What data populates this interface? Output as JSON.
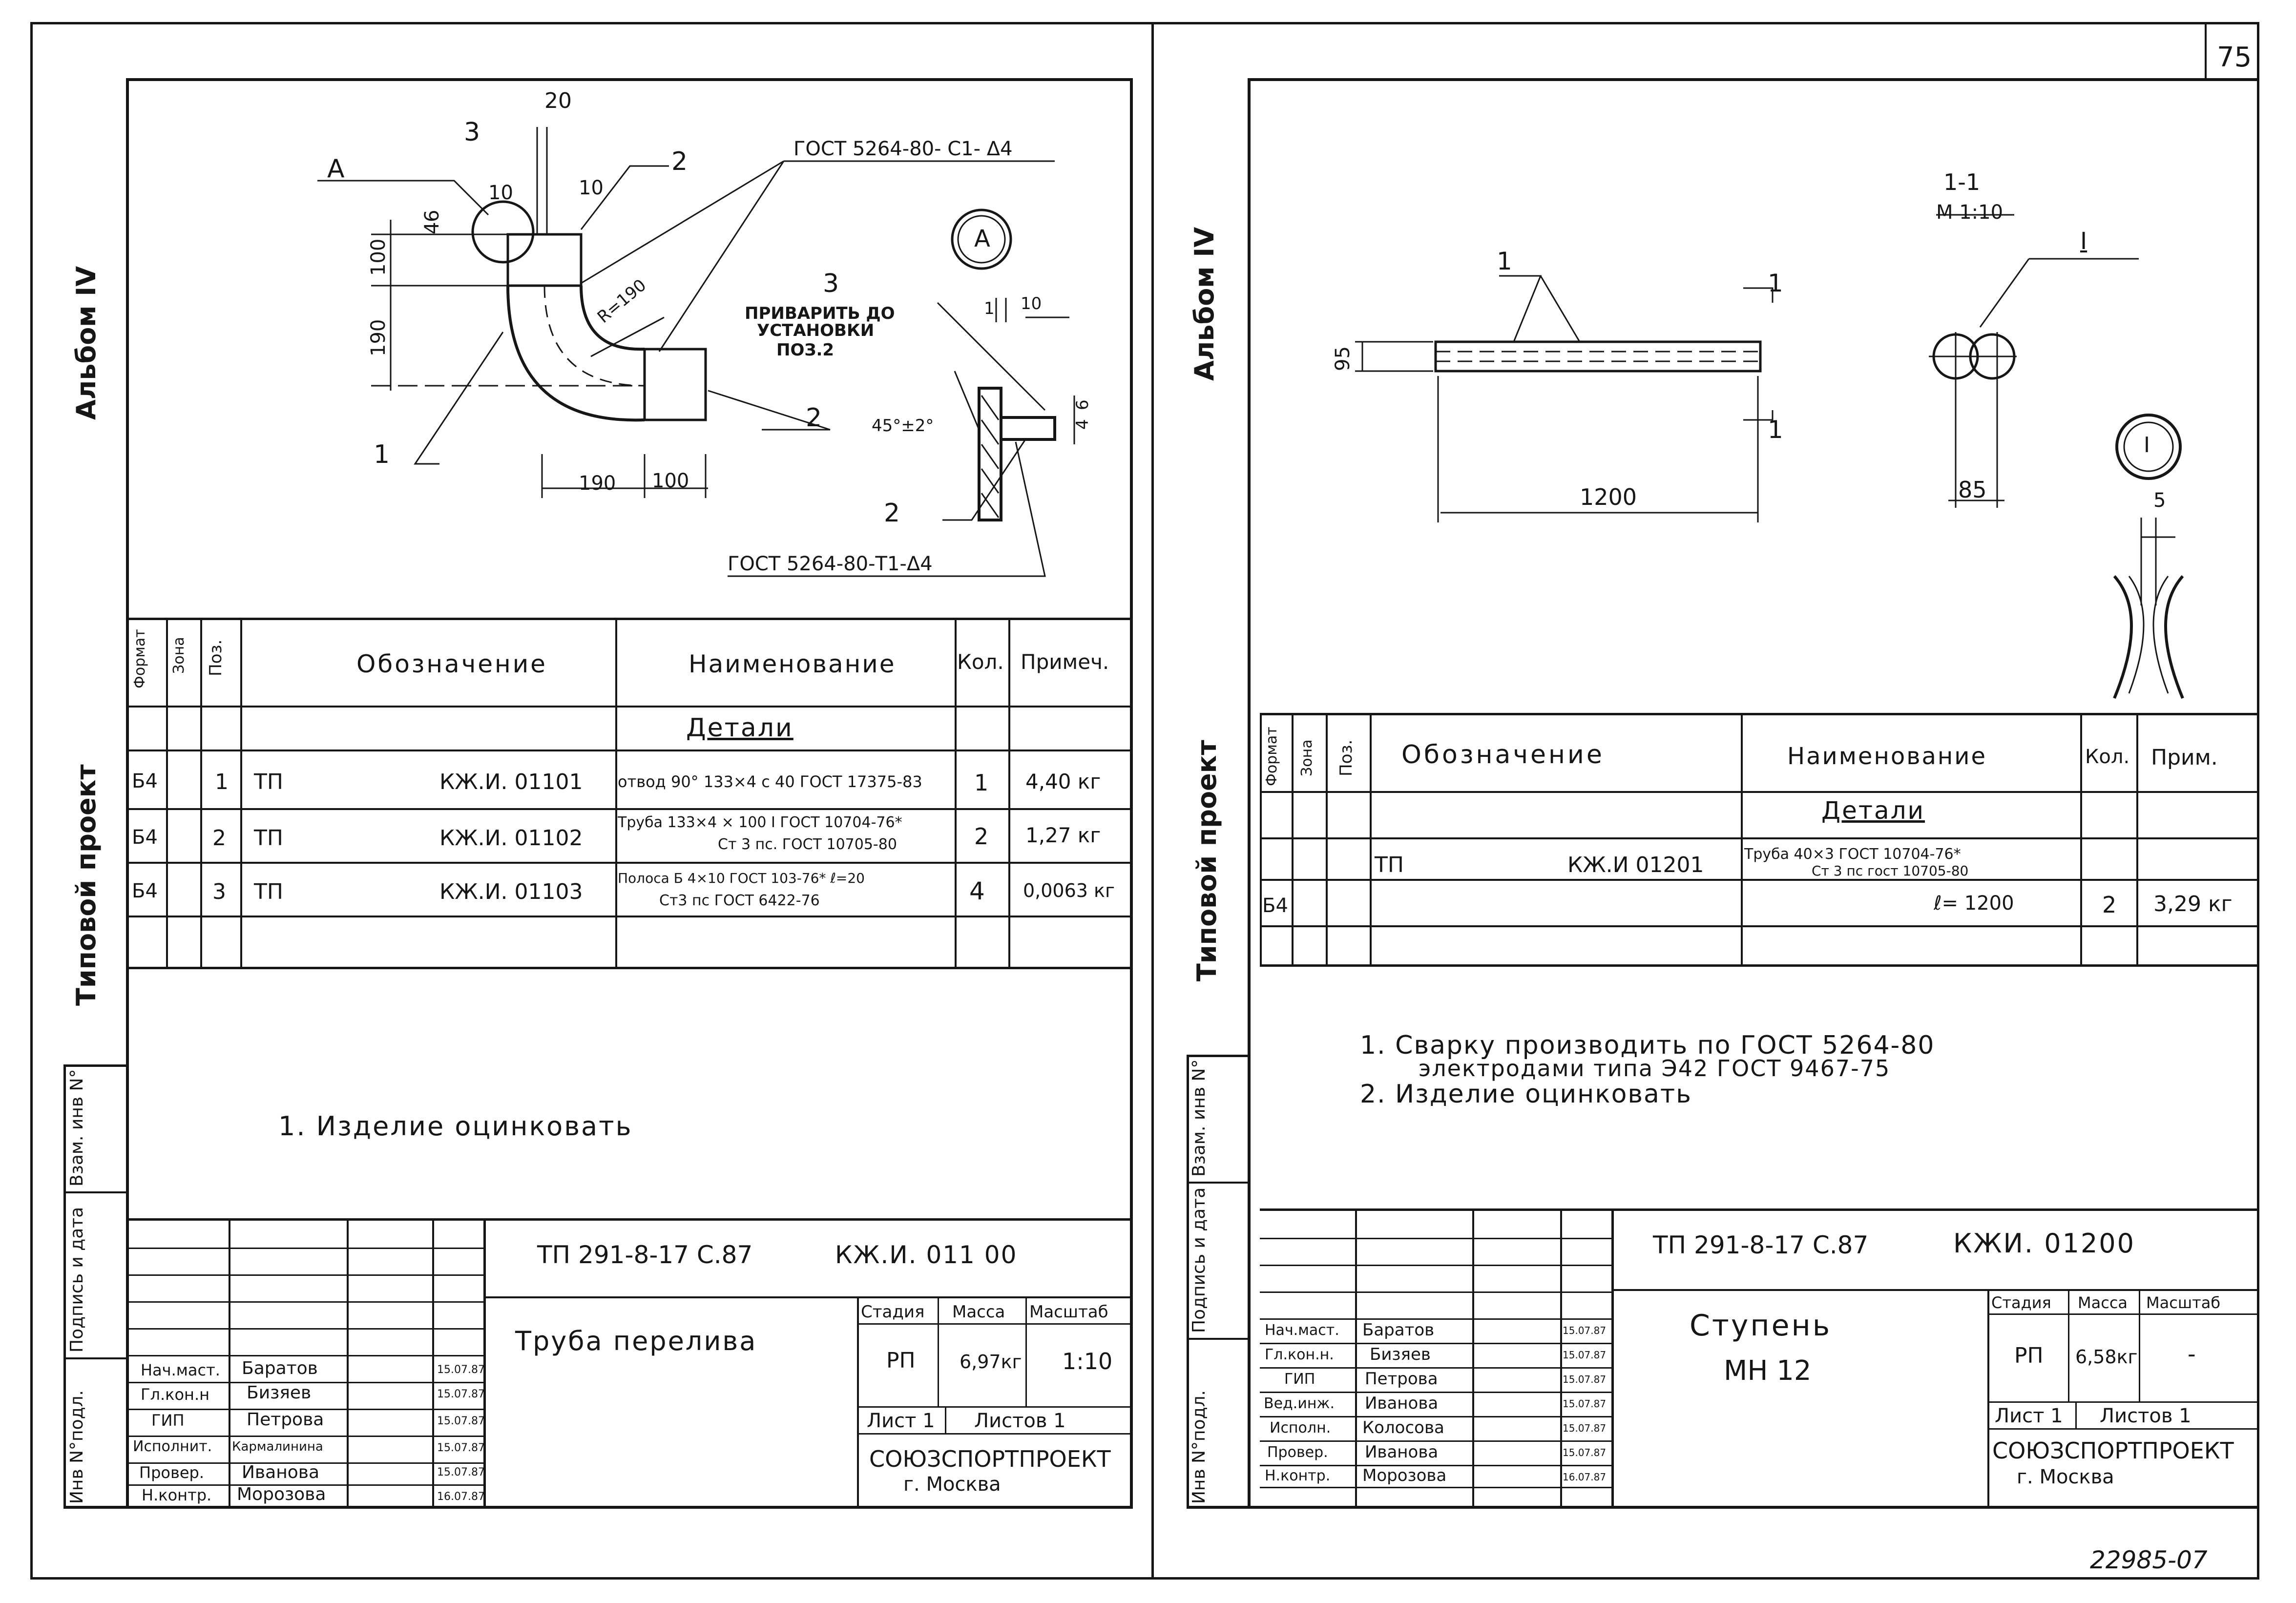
{
  "page_number": "75",
  "archive_number": "22985-07",
  "left_margin_labels": {
    "album": "Альбом IV",
    "project_type": "Типовой проект",
    "stamp_inv_orig": "Инв N°подл.",
    "stamp_sign_date": "Подпись и дата",
    "stamp_vzam": "Взам. инв N°"
  },
  "right_margin_labels": {
    "album": "Альбом IV",
    "project_type": "Типовой проект",
    "stamp_inv_orig": "Инв N°подл.",
    "stamp_sign_date": "Подпись и дата",
    "stamp_vzam": "Взам. инв N°"
  },
  "left_sheet": {
    "drawing": {
      "callouts": [
        "A",
        "3",
        "2",
        "1",
        "2",
        "2",
        "3"
      ],
      "dim_20": "20",
      "dim_10a": "10",
      "dim_10b": "10",
      "dim_4": "4",
      "dim_6": "6",
      "dim_100_v": "100",
      "dim_190_v": "190",
      "dim_190_h": "190",
      "dim_100_h": "100",
      "radius": "R=190",
      "weld_top": "ГОСТ 5264-80- С1- Δ4",
      "weld_bottom": "ГОСТ 5264-80-Т1-Δ4",
      "note_weld": [
        "ПРИВАРИТЬ ДО",
        "УСТАНОВКИ",
        "ПОЗ.2"
      ],
      "view_label": "A",
      "detail_dim_1": "1",
      "detail_dim_10": "10",
      "detail_dim_4": "4",
      "detail_dim_6": "6",
      "angle": "45°±2°"
    },
    "spec_headers": {
      "format": "Формат",
      "zone": "Зона",
      "pos": "Поз.",
      "designation": "Обозначение",
      "name": "Наименование",
      "qty": "Кол.",
      "note": "Примеч."
    },
    "spec_section": "Детали",
    "spec_rows": [
      {
        "format": "Б4",
        "pos": "1",
        "prefix": "ТП",
        "code": "КЖ.И. 01101",
        "name_top": "отвод 90° 133×4 с 40 ГОСТ 17375-83",
        "name_bottom": "",
        "qty": "1",
        "note": "4,40 кг"
      },
      {
        "format": "Б4",
        "pos": "2",
        "prefix": "ТП",
        "code": "КЖ.И. 01102",
        "name_top": "Труба 133×4 × 100 I ГОСТ 10704-76*",
        "name_bottom": "Ст 3 пс. ГОСТ 10705-80",
        "qty": "2",
        "note": "1,27 кг"
      },
      {
        "format": "Б4",
        "pos": "3",
        "prefix": "ТП",
        "code": "КЖ.И. 01103",
        "name_top": "Полоса Б 4×10 ГОСТ 103-76*  ℓ=20",
        "name_bottom": "Ст3 пс ГОСТ 6422-76",
        "qty": "4",
        "note": "0,0063 кг"
      }
    ],
    "notes": [
      "1. Изделие оцинковать"
    ],
    "title_block": {
      "doc_code_left": "ТП 291-8-17 С.87",
      "doc_code_right": "КЖ.И. 011 00",
      "title": "Труба перелива",
      "stage_h": "Стадия",
      "mass_h": "Масса",
      "scale_h": "Масштаб",
      "stage": "РП",
      "mass": "6,97кг",
      "scale": "1:10",
      "sheet": "Лист 1",
      "sheets": "Листов 1",
      "org": "СОЮЗСПОРТПРОЕКТ",
      "city": "г. Москва",
      "roles": [
        {
          "role": "Нач.маст.",
          "name": "Баратов",
          "date": "15.07.87"
        },
        {
          "role": "Гл.кон.н",
          "name": "Бизяев",
          "date": "15.07.87"
        },
        {
          "role": "ГИП",
          "name": "Петрова",
          "date": "15.07.87"
        },
        {
          "role": "Исполнит.",
          "name": "Кармалинина",
          "date": "15.07.87"
        },
        {
          "role": "Провер.",
          "name": "Иванова",
          "date": "15.07.87"
        },
        {
          "role": "Н.контр.",
          "name": "Морозова",
          "date": "16.07.87"
        }
      ]
    }
  },
  "right_sheet": {
    "drawing": {
      "callout_1": "1",
      "section_cut_top": "1",
      "section_cut_bottom": "1",
      "dim_95": "95",
      "dim_1200": "1200",
      "section_title": "1-1",
      "section_scale": "М 1:10",
      "callout_roman": "I",
      "dim_85": "85",
      "view_roman": "I",
      "dim_5": "5"
    },
    "spec_headers": {
      "format": "Формат",
      "zone": "Зона",
      "pos": "Поз.",
      "designation": "Обозначение",
      "name": "Наименование",
      "qty": "Кол.",
      "note": "Прим."
    },
    "spec_section": "Детали",
    "spec_rows": [
      {
        "format": "Б4",
        "prefix": "ТП",
        "code": "КЖ.И 01201",
        "name_top": "Труба 40×3 ГОСТ 10704-76*",
        "name_bottom": "Ст 3 пс гост 10705-80",
        "name_len": "ℓ= 1200",
        "qty": "2",
        "note": "3,29 кг"
      }
    ],
    "notes": [
      "1. Сварку производить по ГОСТ 5264-80",
      "электродами типа Э42 ГОСТ 9467-75",
      "2. Изделие оцинковать"
    ],
    "title_block": {
      "doc_code_left": "ТП 291-8-17 С.87",
      "doc_code_right": "КЖИ. 01200",
      "title": "Ступень",
      "subtitle": "МН 12",
      "stage_h": "Стадия",
      "mass_h": "Масса",
      "scale_h": "Масштаб",
      "stage": "РП",
      "mass": "6,58кг",
      "scale": "-",
      "sheet": "Лист 1",
      "sheets": "Листов 1",
      "org": "СОЮЗСПОРТПРОЕКТ",
      "city": "г. Москва",
      "roles": [
        {
          "role": "Нач.маст.",
          "name": "Баратов",
          "date": "15.07.87"
        },
        {
          "role": "Гл.кон.н.",
          "name": "Бизяев",
          "date": "15.07.87"
        },
        {
          "role": "ГИП",
          "name": "Петрова",
          "date": "15.07.87"
        },
        {
          "role": "Вед.инж.",
          "name": "Иванова",
          "date": "15.07.87"
        },
        {
          "role": "Исполн.",
          "name": "Колосова",
          "date": "15.07.87"
        },
        {
          "role": "Провер.",
          "name": "Иванова",
          "date": "15.07.87"
        },
        {
          "role": "Н.контр.",
          "name": "Морозова",
          "date": "16.07.87"
        }
      ]
    }
  }
}
